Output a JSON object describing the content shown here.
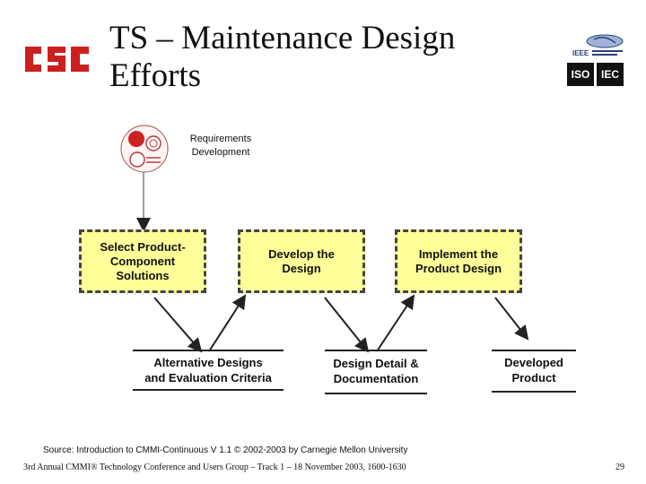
{
  "slide": {
    "title": "TS – Maintenance Design Efforts",
    "page_number": "29"
  },
  "logos": {
    "left": "CSC",
    "iso": "ISO",
    "iec": "IEC",
    "ieee": "IEEE"
  },
  "colors": {
    "logo_red": "#cc1f1f",
    "box_fill": "#ffff99",
    "node_red": "#cc2222"
  },
  "diagram": {
    "input_label": "Requirements\nDevelopment",
    "process_boxes": [
      "Select Product-\nComponent\nSolutions",
      "Develop the\nDesign",
      "Implement the\nProduct Design"
    ],
    "outputs": [
      "Alternative Designs\nand Evaluation Criteria",
      "Design Detail &\nDocumentation",
      "Developed\nProduct"
    ]
  },
  "source_note": "Source: Introduction to CMMI-Continuous V 1.1 © 2002-2003 by Carnegie Mellon University",
  "footer": "3rd Annual CMMI® Technology Conference and Users Group – Track 1 – 18 November 2003, 1600-1630"
}
